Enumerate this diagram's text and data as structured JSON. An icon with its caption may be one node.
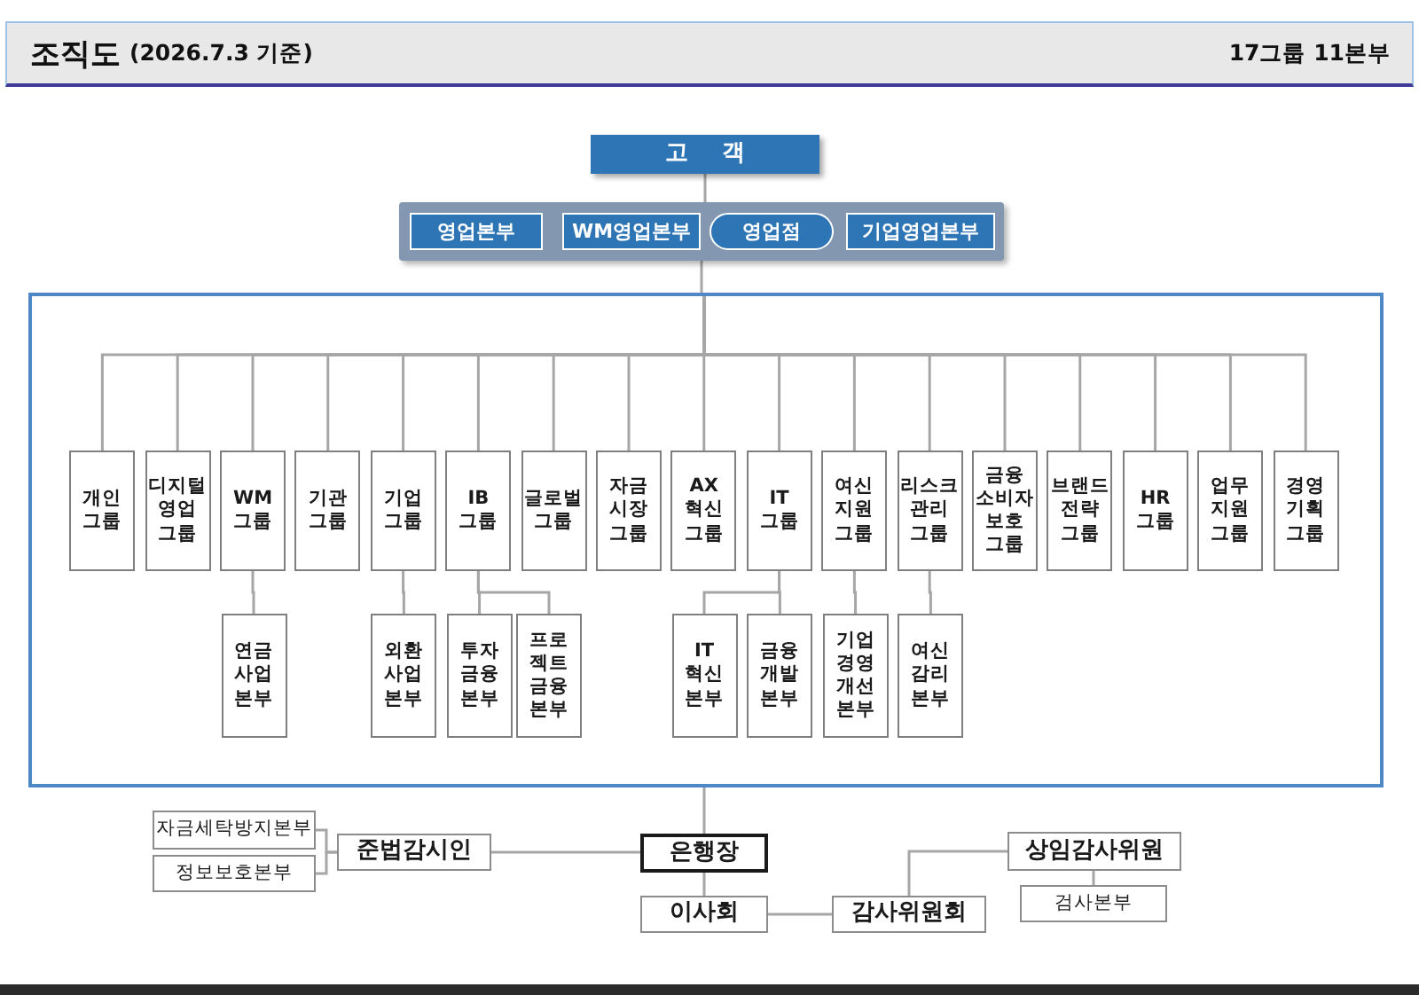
{
  "diagram": {
    "title": "조직도",
    "nodes": [
      {
        "text": [
          "고 객"
        ]
      },
      {
        "text": [],
        "shape": "box"
      },
      {
        "text": [
          "영업본부"
        ],
        "in": 1
      },
      {
        "text": [
          "WM영업본부"
        ],
        "in": 1
      },
      {
        "text": [
          "영업점"
        ],
        "in": 1
      },
      {
        "text": [
          "기업영업본부"
        ],
        "in": 1
      },
      {
        "text": [],
        "shape": "box"
      },
      {
        "text": [
          "개인 그룹"
        ],
        "in": 6
      },
      {
        "text": [
          "디지털 영업 그룹"
        ],
        "in": 6
      },
      {
        "text": [
          "WM 그룹"
        ],
        "in": 6
      },
      {
        "text": [
          "기관 그룹"
        ],
        "in": 6
      },
      {
        "text": [
          "기업 그룹"
        ],
        "in": 6
      },
      {
        "text": [
          "IB 그룹"
        ],
        "in": 6
      },
      {
        "text": [
          "글로벌 그룹"
        ],
        "in": 6
      },
      {
        "text": [
          "자금 시장 그룹"
        ],
        "in": 6
      },
      {
        "text": [
          "AX 혁신 그룹"
        ],
        "in": 6
      },
      {
        "text": [
          "IT 그룹"
        ],
        "in": 6
      },
      {
        "text": [
          "여신 지원 그룹"
        ],
        "in": 6
      },
      {
        "text": [
          "리스크 관리 그룹"
        ],
        "in": 6
      },
      {
        "text": [
          "금융 소비자 보호 그룹"
        ],
        "in": 6
      },
      {
        "text": [
          "브랜드 전략 그룹"
        ],
        "in": 6
      },
      {
        "text": [
          "HR 그룹"
        ],
        "in": 6
      },
      {
        "text": [
          "업무 지원 그룹"
        ],
        "in": 6
      },
      {
        "text": [
          "경영 기획 그룹"
        ],
        "in": 6
      },
      {
        "text": [
          "연금 사업 본부"
        ],
        "in": 6
      },
      {
        "text": [
          "외환 사업 본부"
        ],
        "in": 6
      },
      {
        "text": [
          "투자 금융 본부"
        ],
        "in": 6
      },
      {
        "text": [
          "프로젝트 금융 본부"
        ],
        "in": 6
      },
      {
        "text": [
          "IT 혁신 본부"
        ],
        "in": 6
      },
      {
        "text": [
          "금융 개발 본부"
        ],
        "in": 6
      },
      {
        "text": [
          "기업 경영 개선 본부"
        ],
        "in": 6
      },
      {
        "text": [
          "여신 감리 본부"
        ],
        "in": 6
      },
      {
        "text": [
          "은행장"
        ]
      },
      {
        "text": [
          "준법감시인"
        ]
      },
      {
        "text": [
          "자금세탁방지본부"
        ]
      },
      {
        "text": [
          "정보보호본부"
        ]
      },
      {
        "text": [
          "이사회"
        ]
      },
      {
        "text": [
          "감사위원회"
        ]
      },
      {
        "text": [
          "상임감사위원"
        ]
      },
      {
        "text": [
          "검사본부"
        ]
      }
    ],
    "edges": [
      {
        "from": 0,
        "to": 1,
        "arrow": "none"
      },
      {
        "from": 1,
        "to": 6,
        "arrow": "none"
      },
      {
        "from": 6,
        "to": 7,
        "arrow": "none"
      },
      {
        "from": 6,
        "to": 8,
        "arrow": "none"
      },
      {
        "from": 6,
        "to": 9,
        "arrow": "none"
      },
      {
        "from": 6,
        "to": 10,
        "arrow": "none"
      },
      {
        "from": 6,
        "to": 11,
        "arrow": "none"
      },
      {
        "from": 6,
        "to": 12,
        "arrow": "none"
      },
      {
        "from": 6,
        "to": 13,
        "arrow": "none"
      },
      {
        "from": 6,
        "to": 14,
        "arrow": "none"
      },
      {
        "from": 6,
        "to": 15,
        "arrow": "none"
      },
      {
        "from": 6,
        "to": 16,
        "arrow": "none"
      },
      {
        "from": 6,
        "to": 17,
        "arrow": "none"
      },
      {
        "from": 6,
        "to": 18,
        "arrow": "none"
      },
      {
        "from": 6,
        "to": 19,
        "arrow": "none"
      },
      {
        "from": 6,
        "to": 20,
        "arrow": "none"
      },
      {
        "from": 6,
        "to": 21,
        "arrow": "none"
      },
      {
        "from": 6,
        "to": 22,
        "arrow": "none"
      },
      {
        "from": 6,
        "to": 23,
        "arrow": "none"
      },
      {
        "from": 9,
        "to": 24,
        "arrow": "none"
      },
      {
        "from": 11,
        "to": 25,
        "arrow": "none"
      },
      {
        "from": 12,
        "to": 26,
        "arrow": "none"
      },
      {
        "from": 12,
        "to": 27,
        "arrow": "none"
      },
      {
        "from": 16,
        "to": 28,
        "arrow": "none"
      },
      {
        "from": 16,
        "to": 29,
        "arrow": "none"
      },
      {
        "from": 17,
        "to": 30,
        "arrow": "none"
      },
      {
        "from": 18,
        "to": 31,
        "arrow": "none"
      },
      {
        "from": 6,
        "to": 32,
        "arrow": "none"
      },
      {
        "from": 32,
        "to": 33,
        "arrow": "none"
      },
      {
        "from": 33,
        "to": 34,
        "arrow": "none"
      },
      {
        "from": 33,
        "to": 35,
        "arrow": "none"
      },
      {
        "from": 32,
        "to": 36,
        "arrow": "none"
      },
      {
        "from": 36,
        "to": 37,
        "arrow": "none"
      },
      {
        "from": 37,
        "to": 38,
        "arrow": "none"
      },
      {
        "from": 38,
        "to": 39,
        "arrow": "none"
      }
    ],
    "labels": [
      "(2026.7.3 기준)",
      "17그룹 11본부"
    ]
  }
}
